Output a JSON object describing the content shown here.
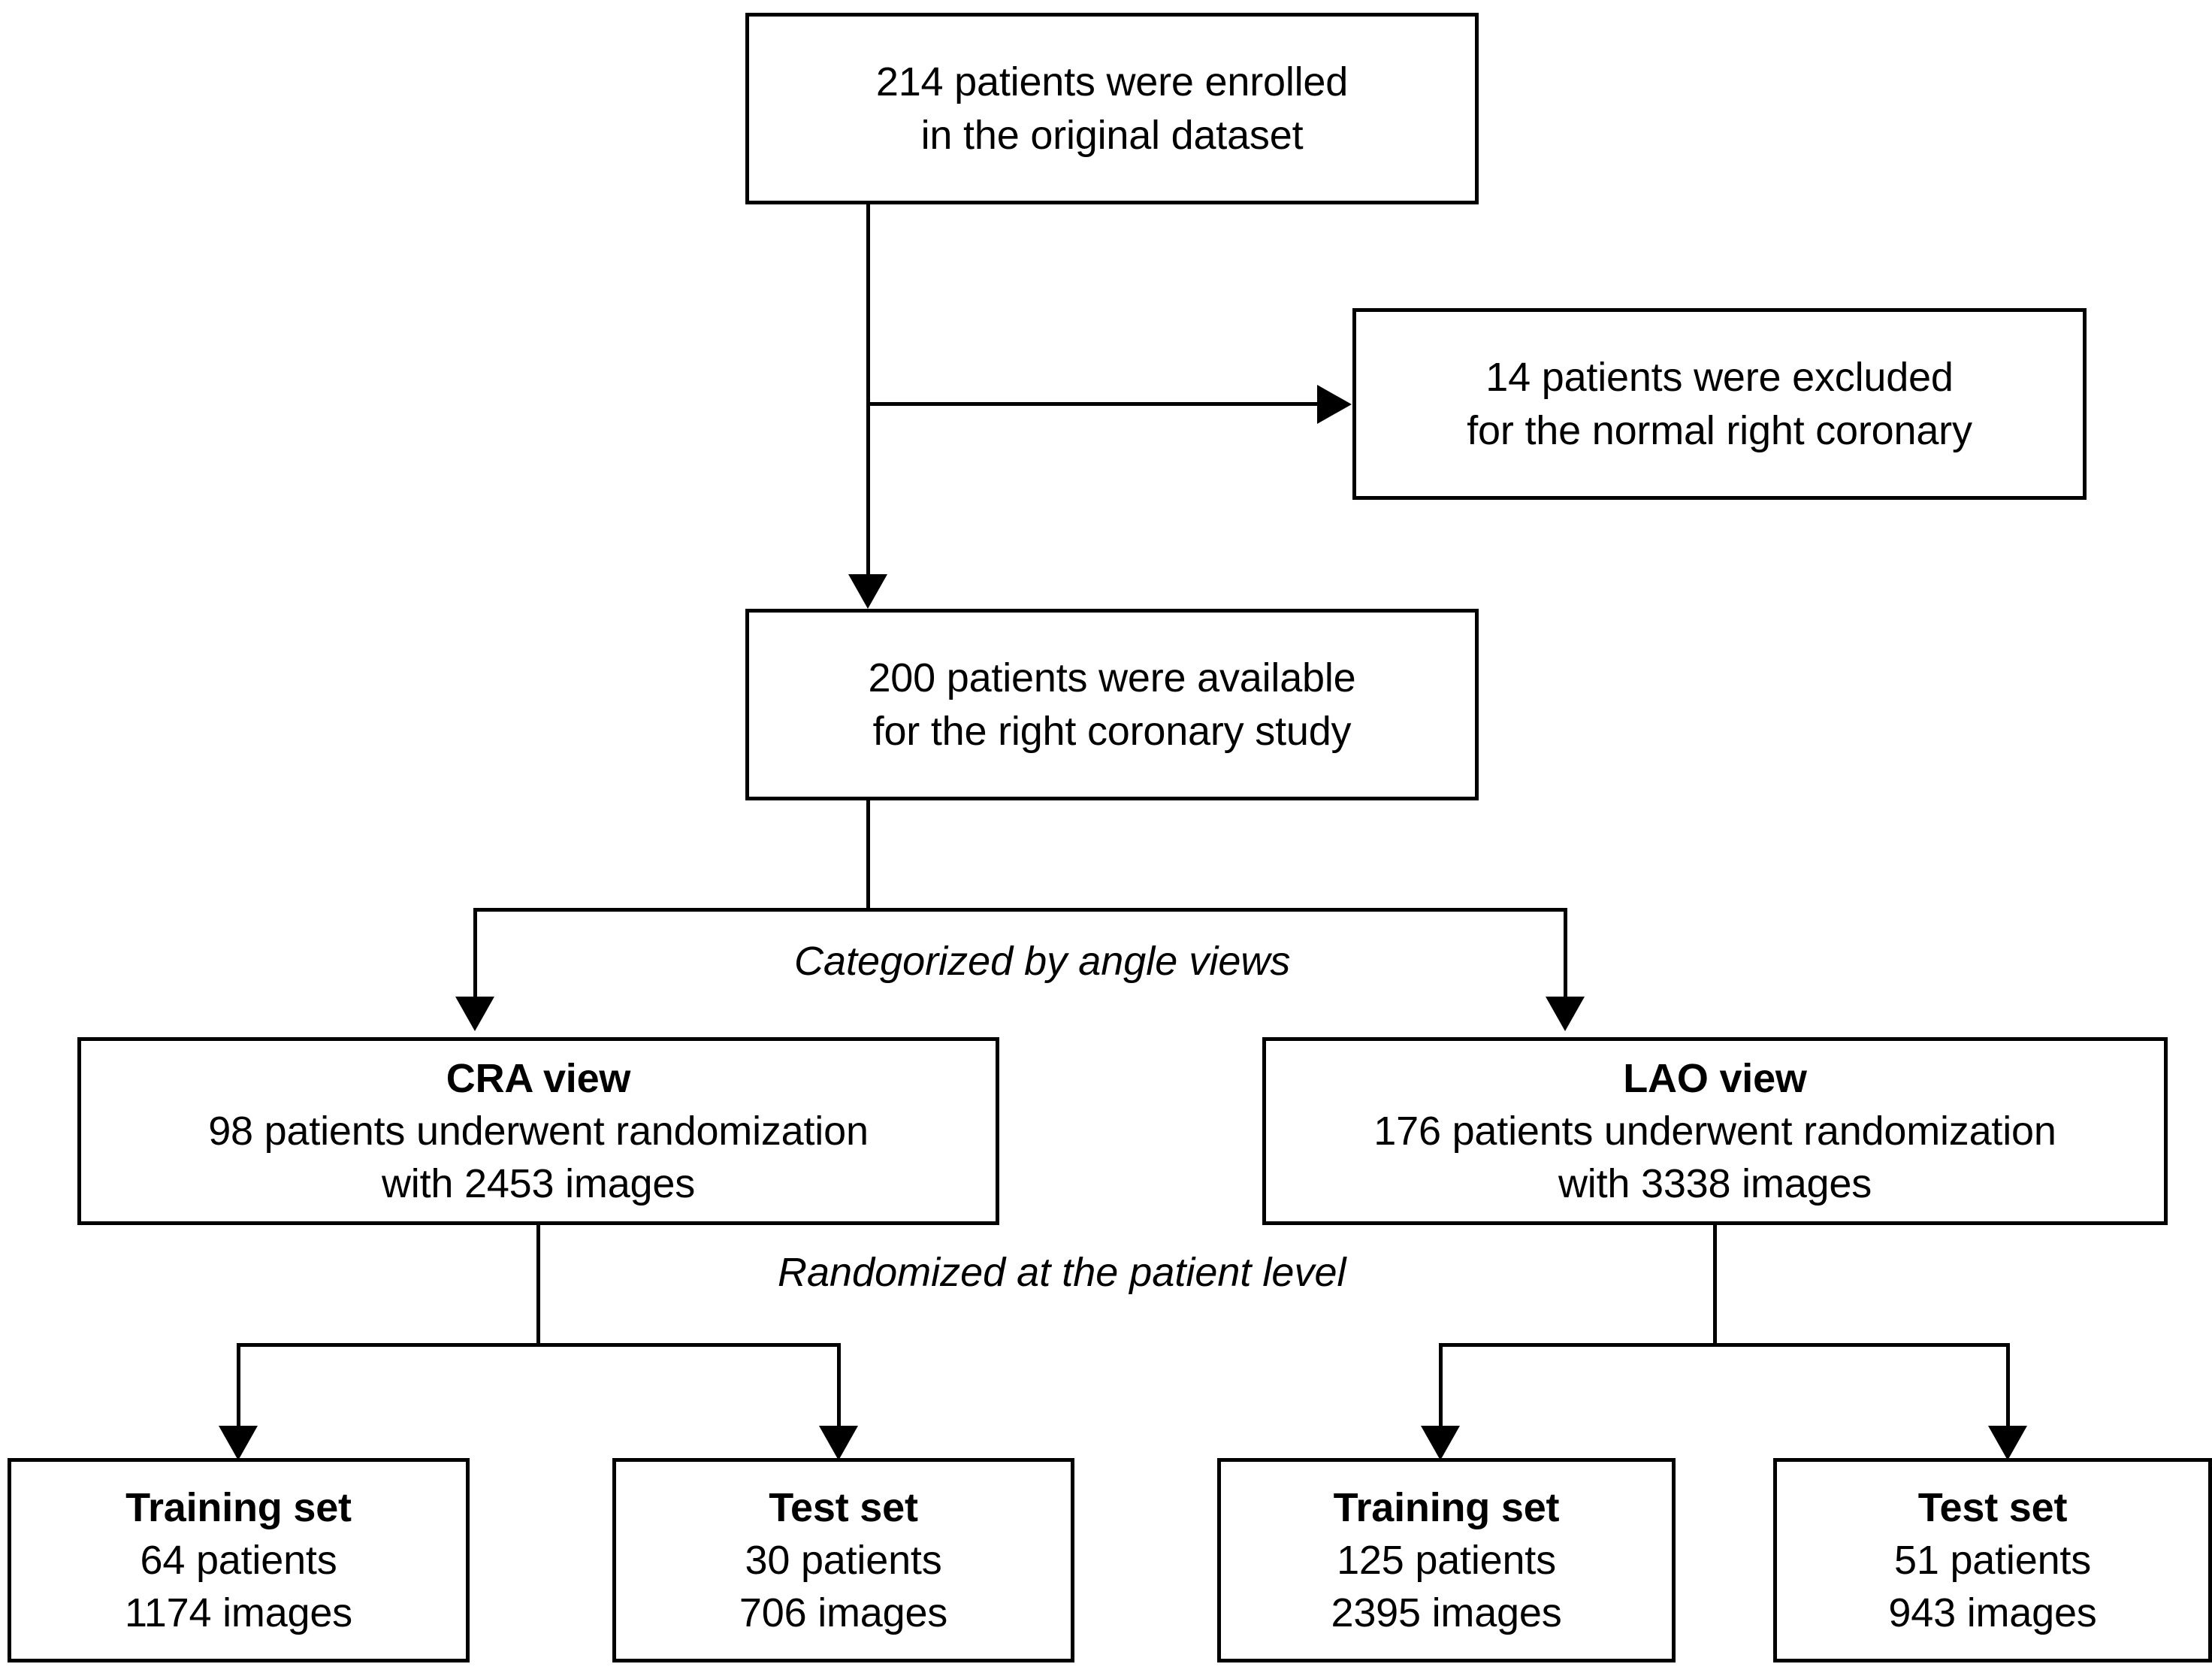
{
  "diagram": {
    "title": "Patient enrollment and dataset split flowchart",
    "colors": {
      "box_border": "#000000",
      "connector": "#000000",
      "background": "#ffffff",
      "text": "#000000"
    },
    "nodes": {
      "enrolled": {
        "line1": "214 patients were enrolled",
        "line2": "in the original dataset",
        "patients": 214
      },
      "excluded": {
        "line1": "14 patients were excluded",
        "line2": "for the normal right coronary",
        "patients": 14
      },
      "available": {
        "line1": "200 patients were available",
        "line2": "for the right coronary study",
        "patients": 200
      },
      "cra_view": {
        "title": "CRA view",
        "line1": "98 patients underwent randomization",
        "line2": "with 2453 images",
        "patients": 98,
        "images": 2453
      },
      "lao_view": {
        "title": "LAO view",
        "line1": "176 patients underwent randomization",
        "line2": "with 3338 images",
        "patients": 176,
        "images": 3338
      },
      "cra_training": {
        "title": "Training set",
        "line1": "64 patients",
        "line2": "1174 images",
        "patients": 64,
        "images": 1174
      },
      "cra_test": {
        "title": "Test set",
        "line1": "30 patients",
        "line2": "706 images",
        "patients": 30,
        "images": 706
      },
      "lao_training": {
        "title": "Training set",
        "line1": "125 patients",
        "line2": "2395 images",
        "patients": 125,
        "images": 2395
      },
      "lao_test": {
        "title": "Test set",
        "line1": "51 patients",
        "line2": "943 images",
        "patients": 51,
        "images": 943
      }
    },
    "captions": {
      "categorized": "Categorized by angle views",
      "randomized": "Randomized at the patient level"
    }
  }
}
